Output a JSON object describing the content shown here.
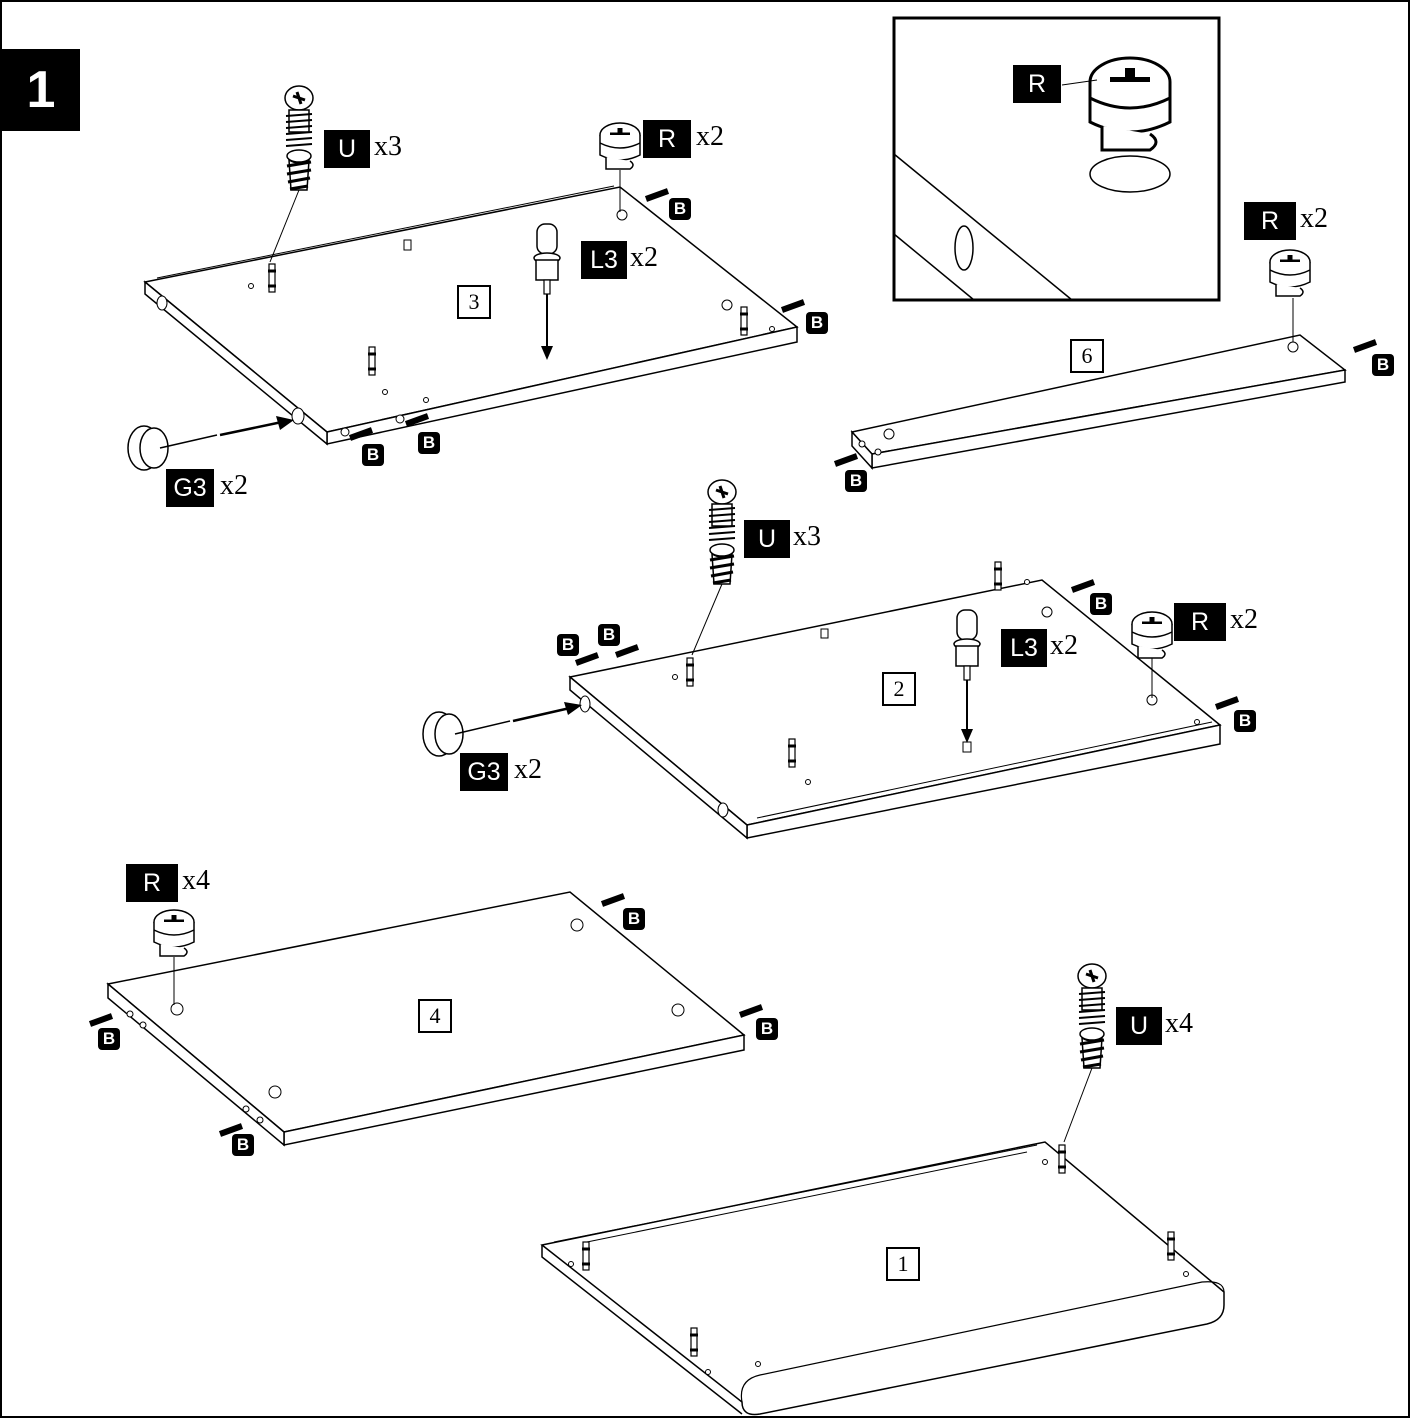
{
  "step": {
    "number": "1"
  },
  "panels": [
    {
      "id": "3",
      "label": "3"
    },
    {
      "id": "6",
      "label": "6"
    },
    {
      "id": "2",
      "label": "2"
    },
    {
      "id": "4",
      "label": "4"
    },
    {
      "id": "1",
      "label": "1"
    }
  ],
  "hardware_callouts": [
    {
      "part": "U",
      "quantity": "x3",
      "for_panel": "3"
    },
    {
      "part": "R",
      "quantity": "x2",
      "for_panel": "3"
    },
    {
      "part": "L3",
      "quantity": "x2",
      "for_panel": "3"
    },
    {
      "part": "G3",
      "quantity": "x2",
      "for_panel": "3"
    },
    {
      "part": "R",
      "quantity": "x2",
      "for_panel": "6"
    },
    {
      "part": "U",
      "quantity": "x3",
      "for_panel": "2"
    },
    {
      "part": "R",
      "quantity": "x2",
      "for_panel": "2"
    },
    {
      "part": "L3",
      "quantity": "x2",
      "for_panel": "2"
    },
    {
      "part": "G3",
      "quantity": "x2",
      "for_panel": "2"
    },
    {
      "part": "R",
      "quantity": "x4",
      "for_panel": "4"
    },
    {
      "part": "U",
      "quantity": "x4",
      "for_panel": "1"
    }
  ],
  "detail_inset": {
    "part": "R"
  },
  "dowel_label": "B"
}
